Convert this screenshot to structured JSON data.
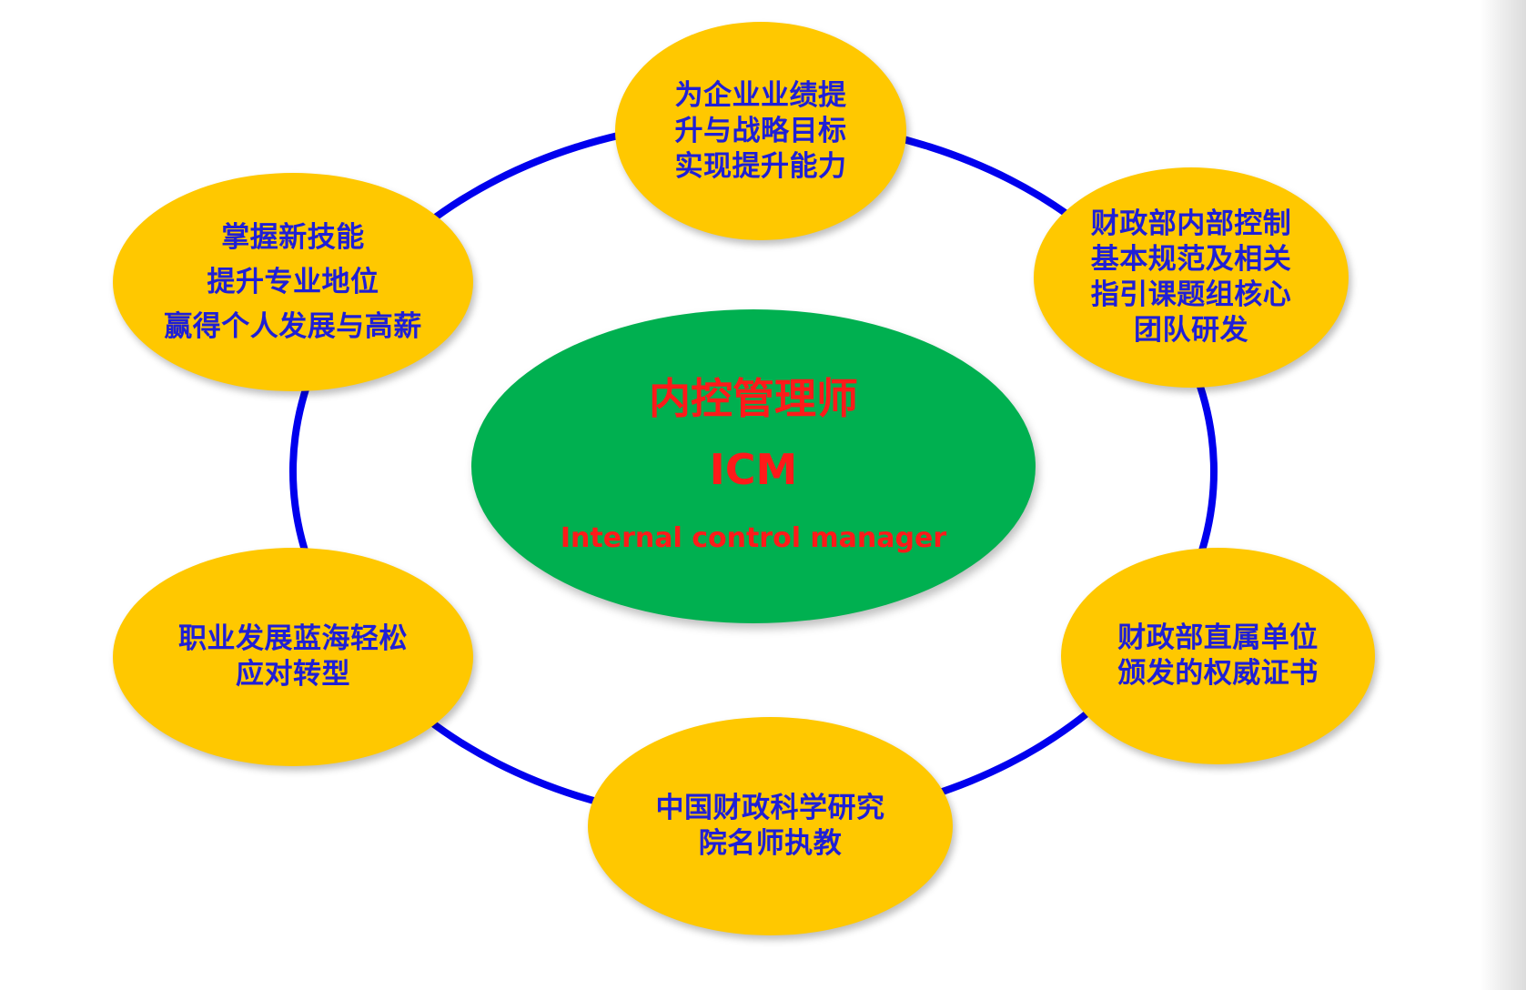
{
  "colors": {
    "ring": "#0000ee",
    "node_fill": "#ffc800",
    "node_text": "#1f1fd6",
    "center_fill": "#00b050",
    "center_text": "#ff1a1a"
  },
  "center": {
    "title": "内控管理师",
    "abbr": "ICM",
    "subtitle": "Internal control manager"
  },
  "nodes": {
    "top": "为企业业绩提\n升与战略目标\n实现提升能力",
    "right_top": "财政部内部控制\n基本规范及相关\n指引课题组核心\n团队研发",
    "right_bottom": "财政部直属单位\n颁发的权威证书",
    "bottom": "中国财政科学研究\n院名师执教",
    "left_bottom": "职业发展蓝海轻松\n应对转型",
    "left_top": "掌握新技能\n提升专业地位\n赢得个人发展与高薪"
  }
}
